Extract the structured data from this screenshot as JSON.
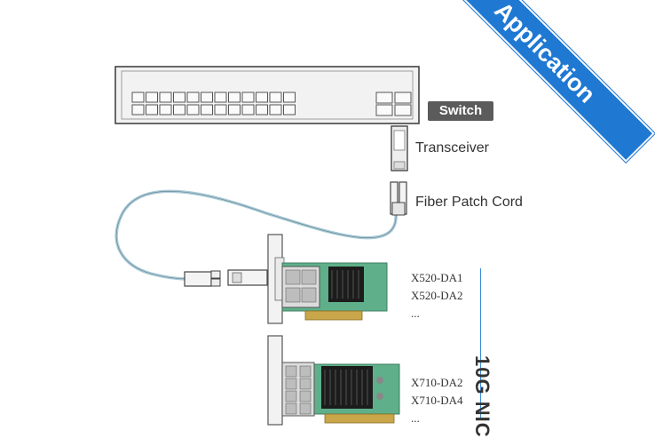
{
  "banner": {
    "label": "Application"
  },
  "switch": {
    "label": "Switch"
  },
  "transceiver": {
    "label": "Transceiver"
  },
  "cord": {
    "label": "Fiber Patch Cord"
  },
  "nic": {
    "title": "10G NIC",
    "group1": [
      "X520-DA1",
      "X520-DA2",
      "..."
    ],
    "group2": [
      "X710-DA2",
      "X710-DA4",
      "..."
    ]
  },
  "colors": {
    "banner": "#1f78d2",
    "badge": "#5b5b5b",
    "pcb": "#5fb08a",
    "heatsink": "#1c1c1c",
    "cable": "#a9c9d6"
  }
}
